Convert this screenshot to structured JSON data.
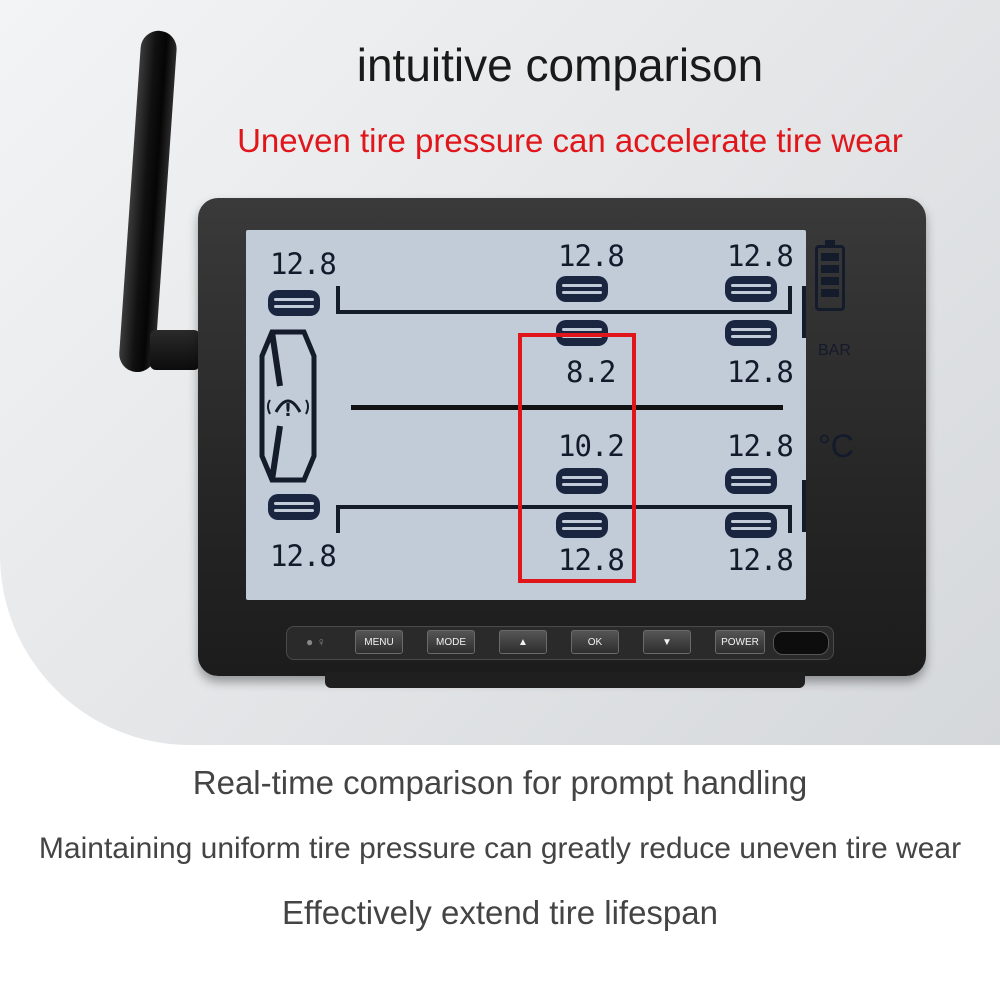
{
  "headline": "intuitive comparison",
  "subheadline": "Uneven tire pressure can accelerate tire wear",
  "display": {
    "unit_pressure": "BAR",
    "unit_temp": "°C",
    "readings": {
      "front_left": "12.8",
      "axle2_left_outer_top": "12.8",
      "axle3_left_outer_top": "12.8",
      "axle2_left_inner_top": "8.2",
      "axle3_left_inner_top": "12.8",
      "axle2_left_inner_bottom": "10.2",
      "axle3_left_inner_bottom": "12.8",
      "front_right": "12.8",
      "axle2_right_outer_bottom": "12.8",
      "axle3_right_outer_bottom": "12.8"
    }
  },
  "buttons": {
    "menu": "MENU",
    "mode": "MODE",
    "up": "▲",
    "ok": "OK",
    "down": "▼",
    "power": "POWER"
  },
  "captions": {
    "line1": "Real-time comparison for prompt handling",
    "line2": "Maintaining uniform tire pressure can greatly reduce uneven tire wear",
    "line3": "Effectively extend tire lifespan"
  },
  "colors": {
    "highlight": "#e0161b",
    "subheadline": "#e0161b"
  }
}
